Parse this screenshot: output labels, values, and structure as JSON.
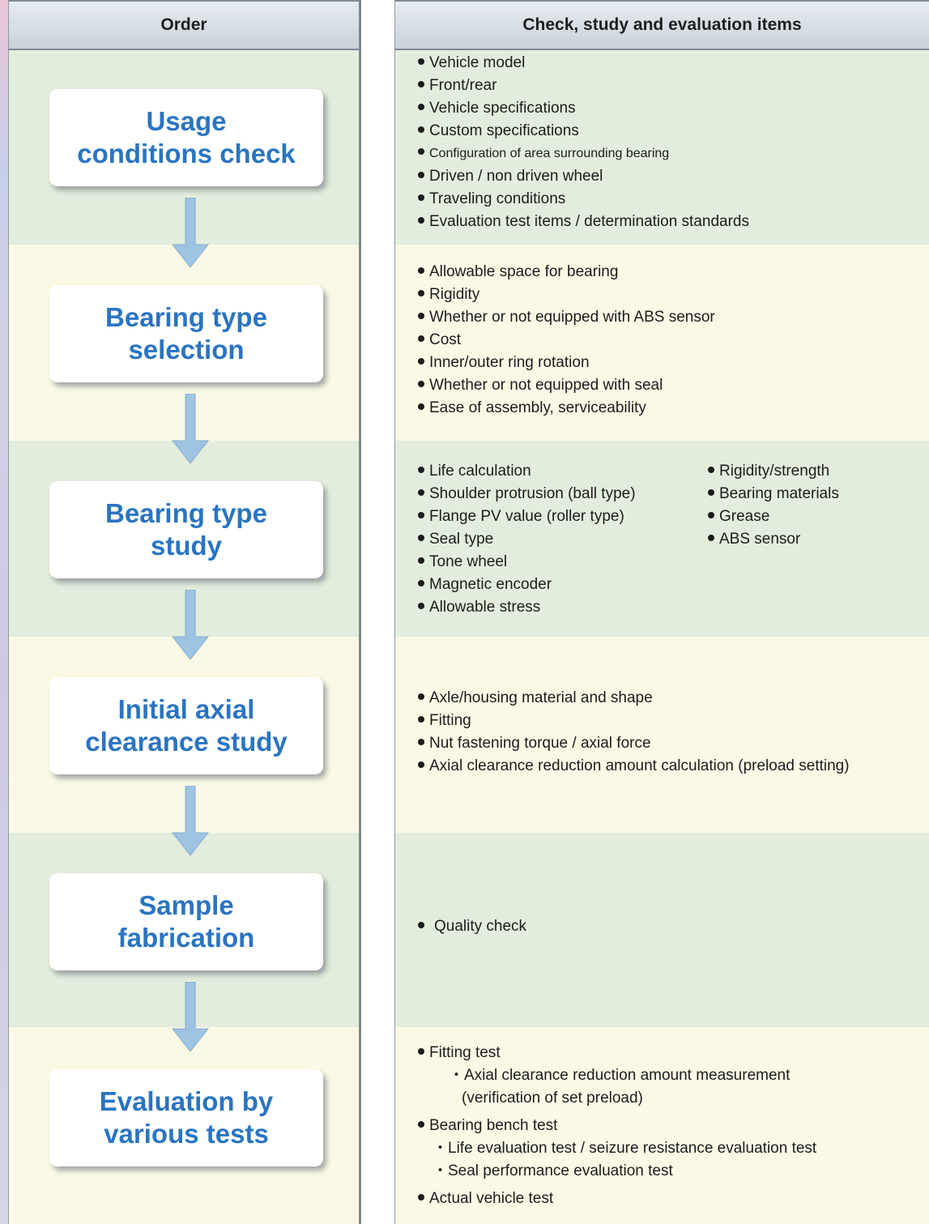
{
  "headers": {
    "left": "Order",
    "right": "Check, study and evaluation items"
  },
  "steps": [
    {
      "label": "Usage\nconditions check"
    },
    {
      "label": "Bearing type\nselection"
    },
    {
      "label": "Bearing type\nstudy"
    },
    {
      "label": "Initial axial\nclearance study"
    },
    {
      "label": "Sample\nfabrication"
    },
    {
      "label": "Evaluation by\nvarious tests"
    }
  ],
  "items": {
    "usage": [
      "Vehicle model",
      "Front/rear",
      "Vehicle specifications",
      "Custom specifications",
      "Configuration of area surrounding bearing",
      "Driven / non driven wheel",
      "Traveling conditions",
      "Evaluation test items / determination standards"
    ],
    "selection": [
      "Allowable space for bearing",
      "Rigidity",
      "Whether or not equipped with ABS sensor",
      "Cost",
      "Inner/outer ring rotation",
      "Whether or not equipped with seal",
      "Ease of assembly, serviceability"
    ],
    "study_left": [
      "Life calculation",
      "Shoulder protrusion (ball type)",
      "Flange PV value (roller type)",
      "Seal type",
      "Tone wheel",
      "Magnetic encoder",
      "Allowable stress"
    ],
    "study_right": [
      "Rigidity/strength",
      "Bearing materials",
      "Grease",
      "ABS sensor"
    ],
    "clearance": [
      "Axle/housing material and shape",
      "Fitting",
      "Nut fastening torque / axial force",
      "Axial clearance reduction amount calculation (preload setting)"
    ],
    "sample": [
      "Quality check"
    ],
    "tests": {
      "fitting": "Fitting test",
      "fitting_sub1": "・Axial clearance reduction amount measurement",
      "fitting_sub2": "(verification of set preload)",
      "bench": "Bearing bench test",
      "bench_sub1": "・Life evaluation test / seizure resistance evaluation test",
      "bench_sub2": "・Seal performance evaluation test",
      "vehicle": "Actual vehicle test"
    }
  }
}
